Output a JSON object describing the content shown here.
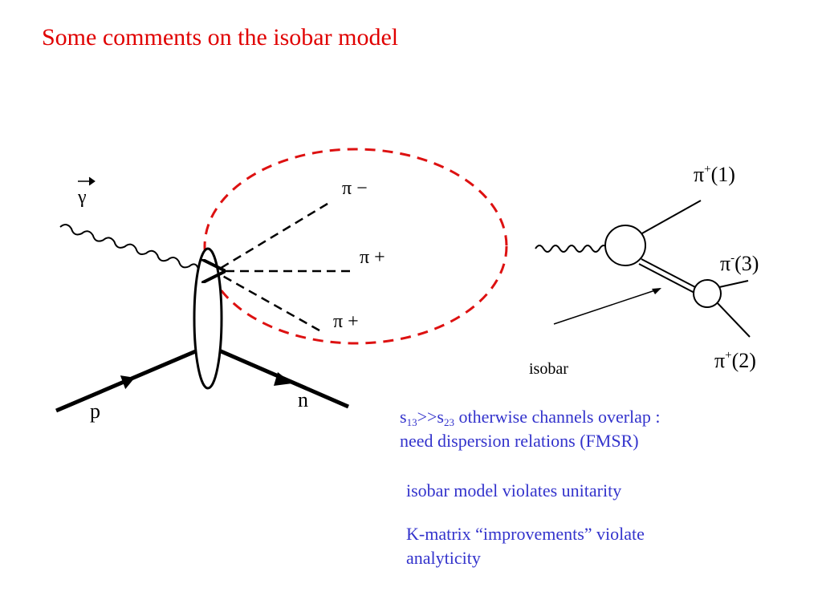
{
  "title": "Some comments on the isobar model",
  "colors": {
    "title": "#e00000",
    "text_blue": "#3333cc",
    "ellipse_dashed": "#dd1111"
  },
  "left_diagram": {
    "photon_label": "γ",
    "pion_minus_label": "π −",
    "pion_plus_label_a": "π +",
    "pion_plus_label_b": "π +",
    "proton_label": "p",
    "neutron_label": "n"
  },
  "right_diagram": {
    "pion1_base": "π",
    "pion1_sup": "+",
    "pion1_idx": "(1)",
    "pion3_base": "π",
    "pion3_sup": "-",
    "pion3_idx": "(3)",
    "pion2_base": "π",
    "pion2_sup": "+",
    "pion2_idx": "(2)",
    "isobar_label": "isobar"
  },
  "notes": {
    "note1": {
      "s1": "s",
      "s1_sub": "13",
      "gtgt": ">>",
      "s2": "s",
      "s2_sub": "23",
      "rest_line1": " otherwise channels overlap :",
      "line2": "need dispersion relations (FMSR)"
    },
    "note2": "isobar model violates unitarity",
    "note3_line1": "K-matrix “improvements” violate",
    "note3_line2": "analyticity"
  }
}
